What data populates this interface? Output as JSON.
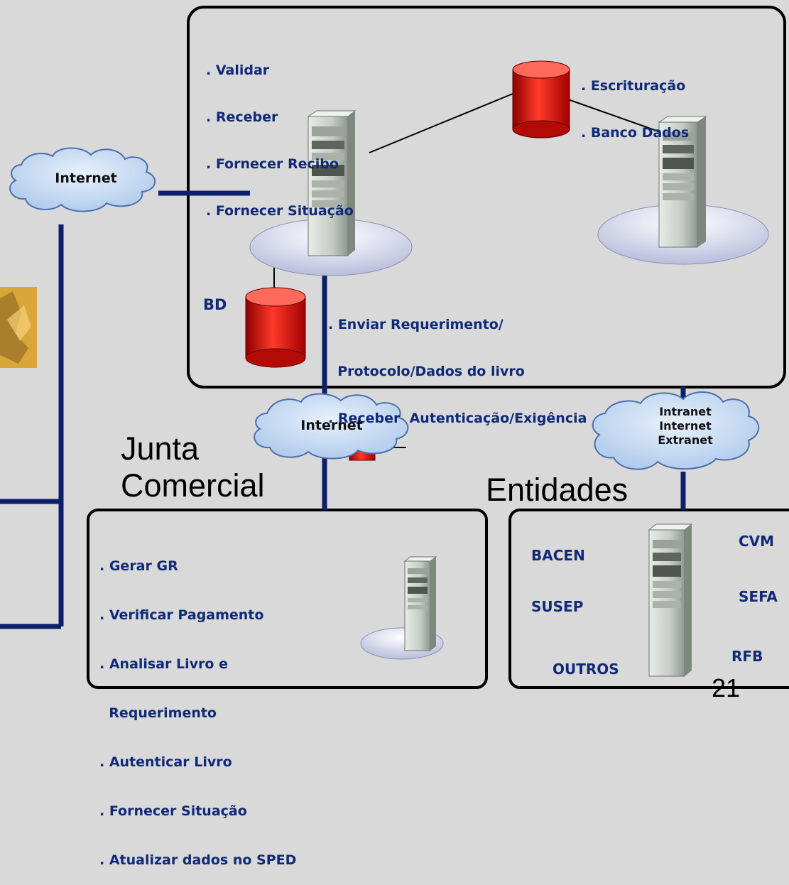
{
  "sped_box": {
    "functions": [
      ". Validar",
      ". Receber",
      ". Fornecer Recibo",
      ". Fornecer Situação"
    ],
    "db_functions": [
      ". Escrituração",
      ". Banco Dados"
    ],
    "bd_label": "BD",
    "send_functions": [
      ". Enviar Requerimento/",
      "  Protocolo/Dados do livro",
      ". Receber  Autenticação/Exigência"
    ]
  },
  "clouds": {
    "left": "Internet",
    "middle": "Internet",
    "right": [
      "Intranet",
      "Internet",
      "Extranet"
    ]
  },
  "junta": {
    "title": [
      "Junta",
      "Comercial"
    ],
    "functions": [
      ". Gerar GR",
      ". Verificar Pagamento",
      ". Analisar Livro e",
      "  Requerimento",
      ". Autenticar Livro",
      ". Fornecer Situação",
      ". Atualizar dados no SPED"
    ]
  },
  "entidades": {
    "title": "Entidades",
    "items": [
      "BACEN",
      "CVM",
      "SUSEP",
      "SEFA",
      "OUTROS",
      "RFB"
    ]
  },
  "page_number": "21",
  "colors": {
    "background": "#d9d9d9",
    "text": "#102a78",
    "connector": "#0b1f6a",
    "db": "#d9160f",
    "cloud": "#c9dcf2"
  }
}
